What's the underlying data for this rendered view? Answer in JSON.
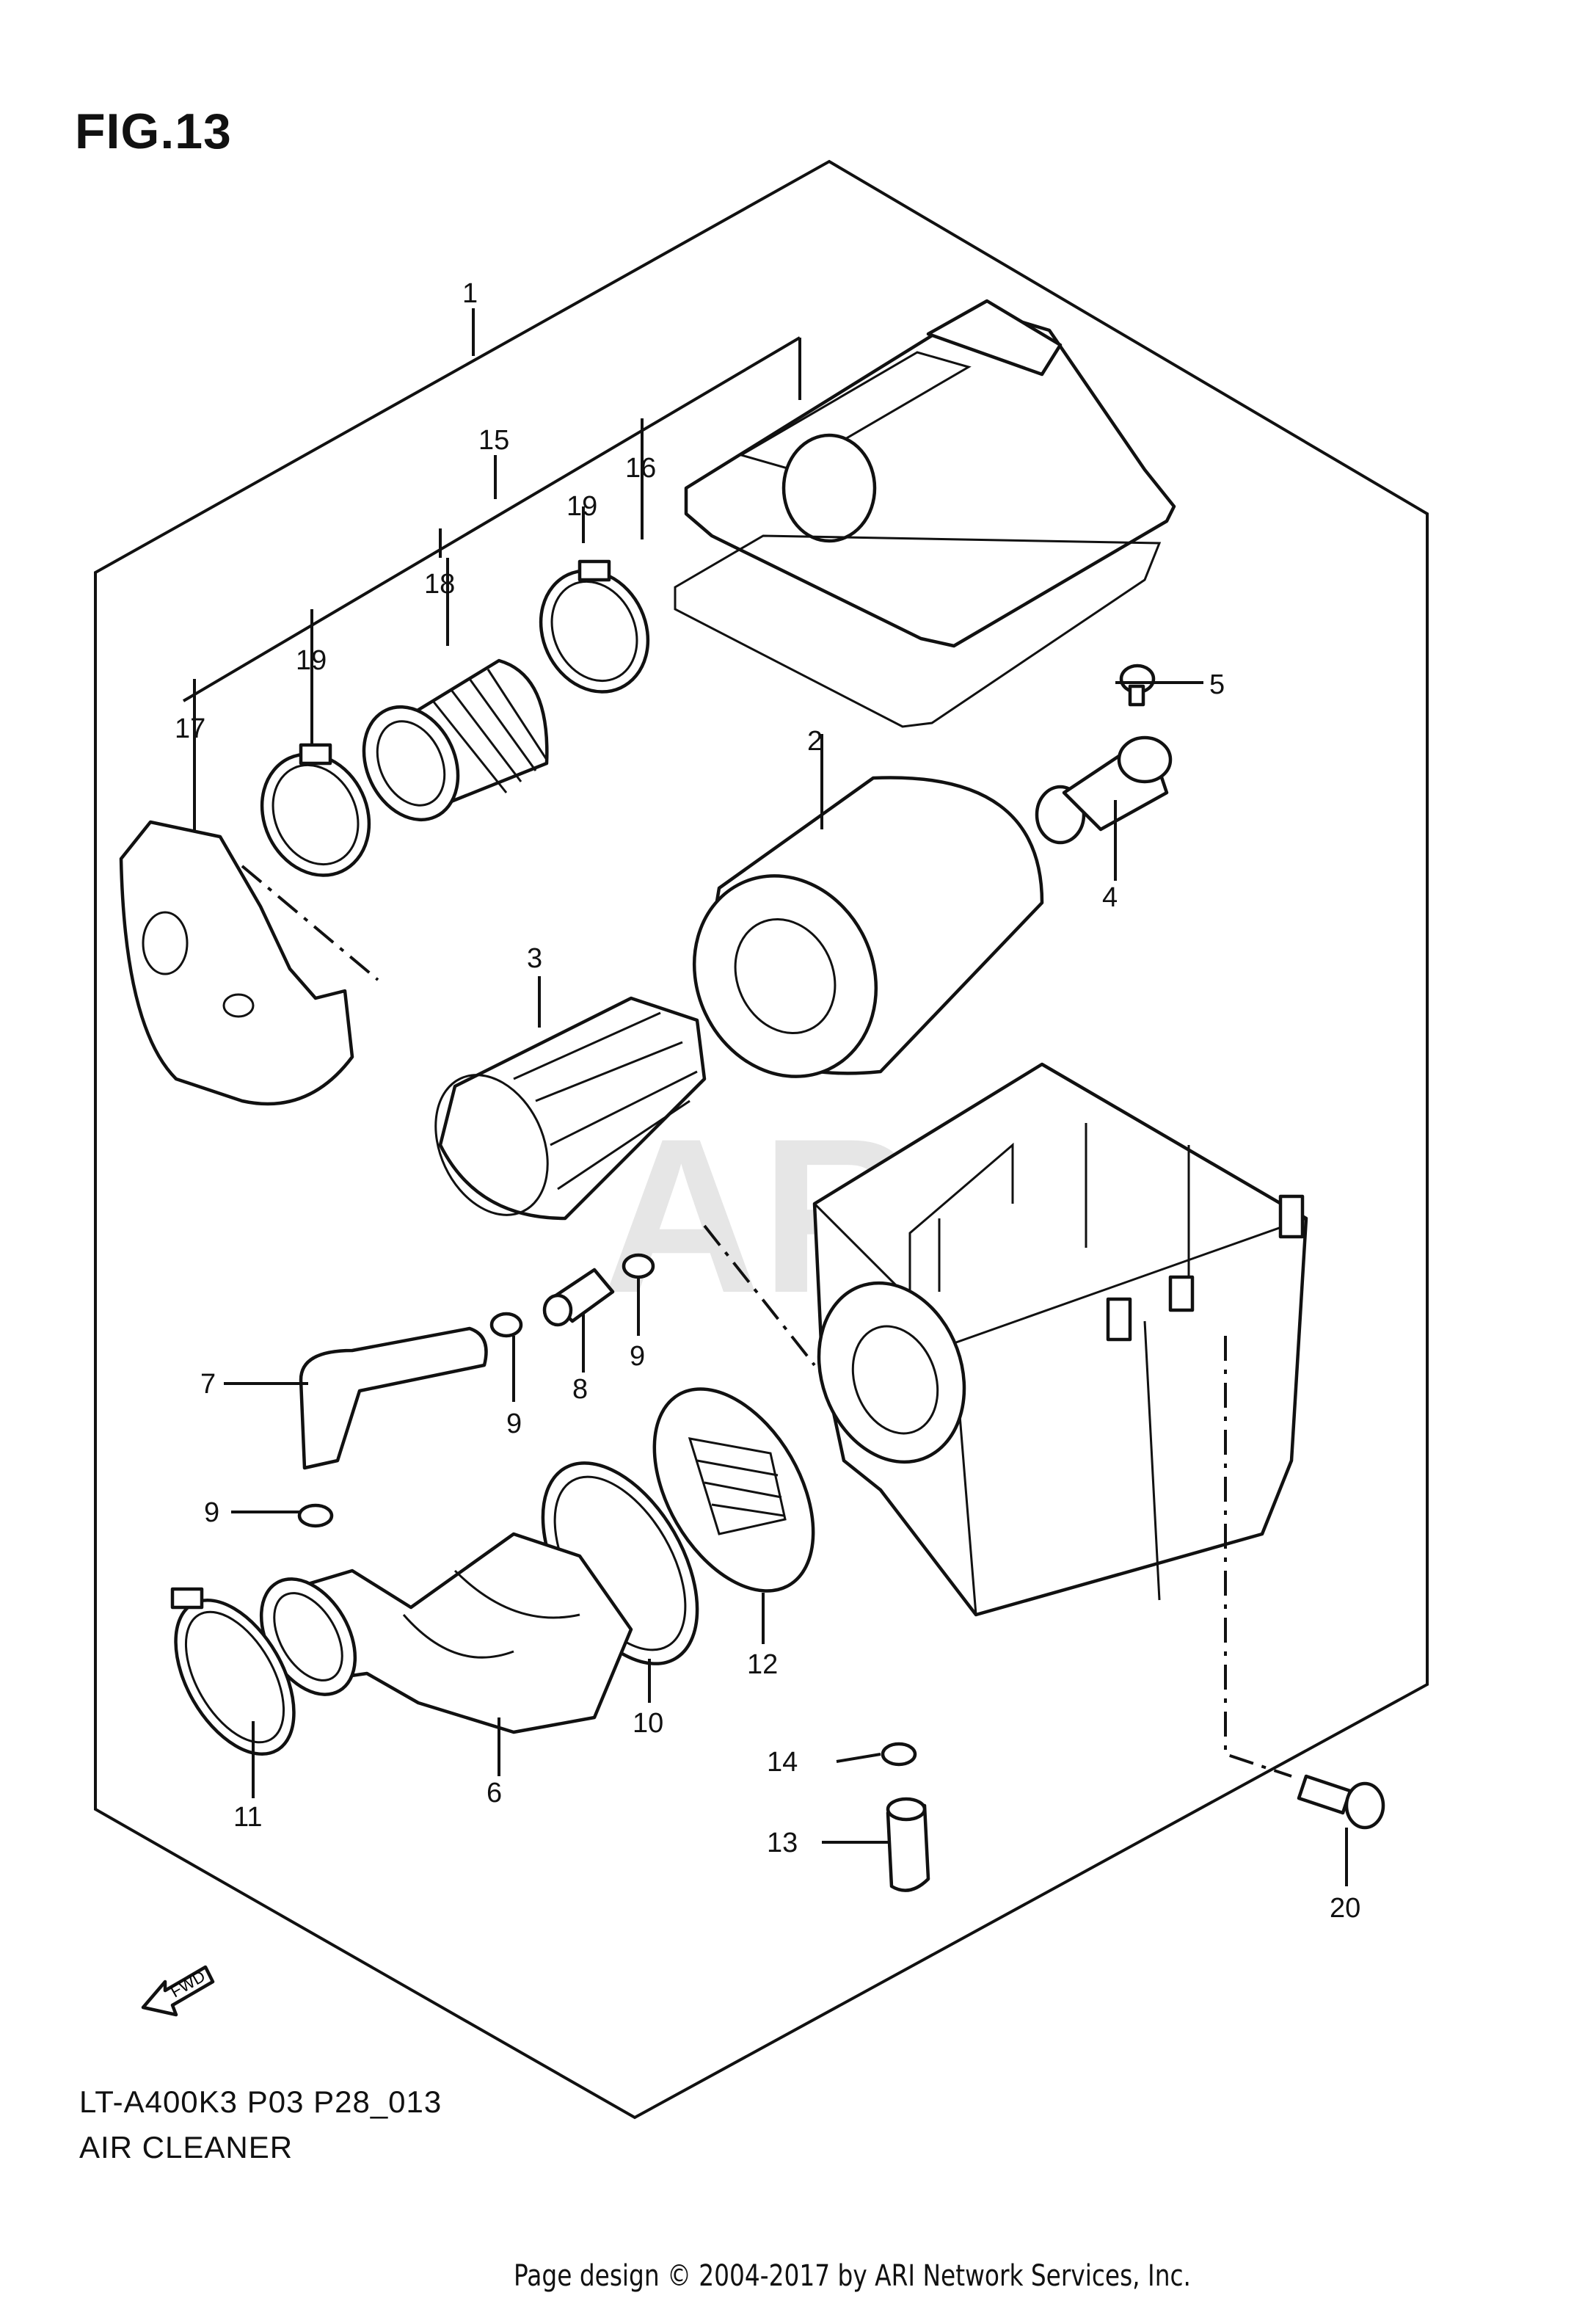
{
  "figure": {
    "title": "FIG.13",
    "model_code": "LT-A400K3 P03 P28_013",
    "name": "AIR CLEANER"
  },
  "footer": {
    "copyright": "Page design © 2004-2017 by ARI Network Services, Inc."
  },
  "watermark": "ARI",
  "direction_arrow": {
    "label": "FWD",
    "icon": "forward-arrow-icon"
  },
  "callouts": [
    {
      "id": "c1",
      "number": "1"
    },
    {
      "id": "c2",
      "number": "2"
    },
    {
      "id": "c3",
      "number": "3"
    },
    {
      "id": "c4",
      "number": "4"
    },
    {
      "id": "c5",
      "number": "5"
    },
    {
      "id": "c6",
      "number": "6"
    },
    {
      "id": "c7",
      "number": "7"
    },
    {
      "id": "c8",
      "number": "8"
    },
    {
      "id": "c9a",
      "number": "9"
    },
    {
      "id": "c9b",
      "number": "9"
    },
    {
      "id": "c9c",
      "number": "9"
    },
    {
      "id": "c10",
      "number": "10"
    },
    {
      "id": "c11",
      "number": "11"
    },
    {
      "id": "c12",
      "number": "12"
    },
    {
      "id": "c13",
      "number": "13"
    },
    {
      "id": "c14",
      "number": "14"
    },
    {
      "id": "c15",
      "number": "15"
    },
    {
      "id": "c16",
      "number": "16"
    },
    {
      "id": "c17",
      "number": "17"
    },
    {
      "id": "c18",
      "number": "18"
    },
    {
      "id": "c19a",
      "number": "19"
    },
    {
      "id": "c19b",
      "number": "19"
    },
    {
      "id": "c20",
      "number": "20"
    }
  ]
}
